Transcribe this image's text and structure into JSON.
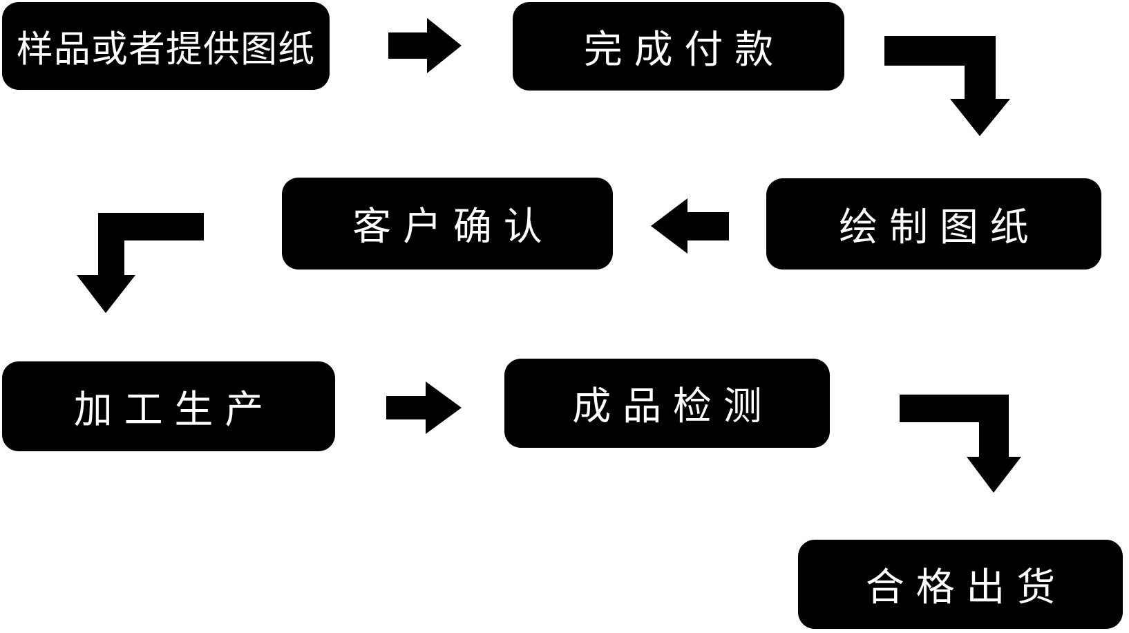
{
  "diagram": {
    "type": "flowchart",
    "background_color": "#ffffff",
    "node_color": "#000000",
    "node_text_color": "#ffffff",
    "arrow_color": "#000000",
    "nodes": [
      {
        "id": "sample-or-drawings",
        "label": "样品或者提供图纸"
      },
      {
        "id": "complete-payment",
        "label": "完成付款"
      },
      {
        "id": "customer-confirm",
        "label": "客户确认"
      },
      {
        "id": "draw-drawings",
        "label": "绘制图纸"
      },
      {
        "id": "processing-production",
        "label": "加工生产"
      },
      {
        "id": "finished-inspection",
        "label": "成品检测"
      },
      {
        "id": "qualified-shipment",
        "label": "合格出货"
      }
    ],
    "connections": [
      {
        "from": "sample-or-drawings",
        "to": "complete-payment",
        "icon": "right-arrow-icon"
      },
      {
        "from": "complete-payment",
        "to": "draw-drawings",
        "icon": "elbow-down-arrow-icon"
      },
      {
        "from": "draw-drawings",
        "to": "customer-confirm",
        "icon": "left-arrow-icon"
      },
      {
        "from": "customer-confirm",
        "to": "processing-production",
        "icon": "elbow-down-arrow-icon"
      },
      {
        "from": "processing-production",
        "to": "finished-inspection",
        "icon": "right-arrow-icon"
      },
      {
        "from": "finished-inspection",
        "to": "qualified-shipment",
        "icon": "elbow-down-arrow-icon"
      }
    ]
  }
}
